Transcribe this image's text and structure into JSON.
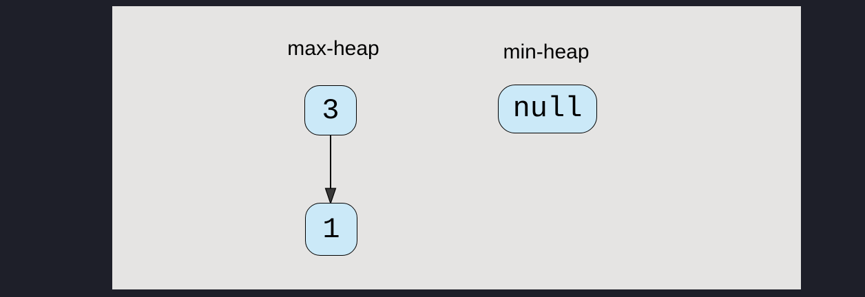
{
  "colors": {
    "page_background": "#1e1f29",
    "panel_background": "#e5e4e3",
    "node_fill": "#cbe9f8",
    "node_border": "#000000",
    "label_text": "#000000",
    "arrow_fill": "#383838",
    "arrow_line": "#000000"
  },
  "diagram": {
    "max_heap": {
      "label": "max-heap",
      "root_value": "3",
      "child_value": "1"
    },
    "min_heap": {
      "label": "min-heap",
      "value": "null"
    }
  }
}
